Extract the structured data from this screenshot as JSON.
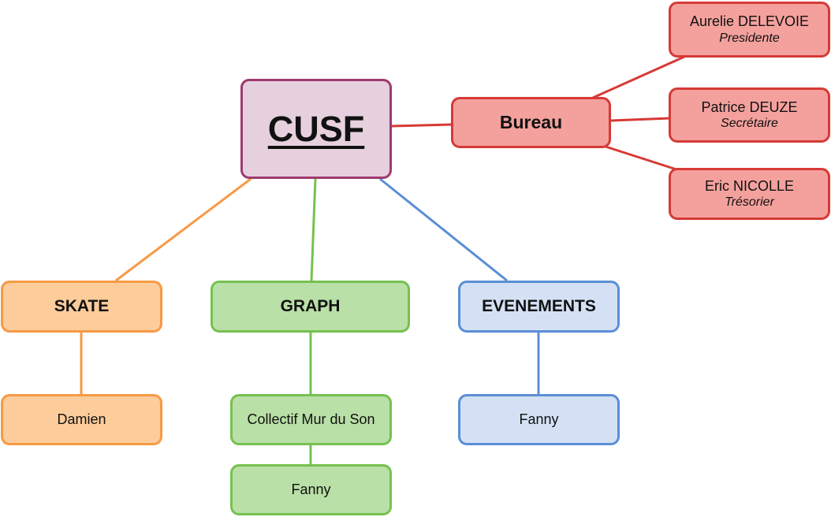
{
  "root": {
    "label": "CUSF"
  },
  "bureau": {
    "label": "Bureau",
    "members": [
      {
        "name": "Aurelie DELEVOIE",
        "role": "Presidente"
      },
      {
        "name": "Patrice DEUZE",
        "role": "Secrétaire"
      },
      {
        "name": "Eric NICOLLE",
        "role": "Trésorier"
      }
    ]
  },
  "groups": [
    {
      "label": "SKATE",
      "children": [
        "Damien"
      ]
    },
    {
      "label": "GRAPH",
      "children": [
        "Collectif Mur du Son",
        "Fanny"
      ]
    },
    {
      "label": "EVENEMENTS",
      "children": [
        "Fanny"
      ]
    }
  ],
  "colors": {
    "root": "#9e3a6f",
    "bureau": "#d63a36",
    "skate": "#f79a45",
    "graph": "#76c150",
    "evenements": "#5b8fd5"
  }
}
